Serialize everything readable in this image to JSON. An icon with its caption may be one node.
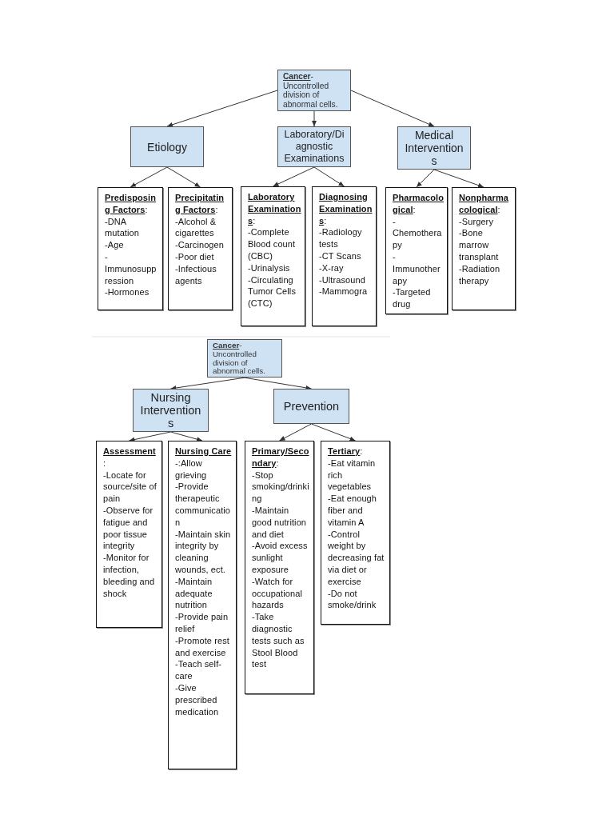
{
  "diagram": {
    "nodes": [
      {
        "text": [
          "**Cancer**- Uncontrolled division of abnormal cells."
        ]
      },
      {
        "text": [
          "Etiology"
        ]
      },
      {
        "text": [
          "Laboratory/Diagnostic Examinations"
        ]
      },
      {
        "text": [
          "Medical Interventions"
        ]
      },
      {
        "text": [
          "**Predisposing Factors**:",
          "-DNA mutation",
          "-Age",
          "-Immunosuppression",
          "-Hormones"
        ]
      },
      {
        "text": [
          "**Precipitating Factors**:",
          "-Alcohol & cigarettes",
          "-Carcinogen",
          "-Poor diet",
          "-Infectious agents"
        ]
      },
      {
        "text": [
          "**Laboratory Examinations**:",
          "-Complete Blood count (CBC)",
          "-Urinalysis",
          "-Circulating Tumor Cells (CTC)"
        ]
      },
      {
        "text": [
          "**Diagnosing Examinations**:",
          "-Radiology tests",
          "-CT Scans",
          "-X-ray",
          "-Ultrasound",
          "-Mammogra"
        ]
      },
      {
        "text": [
          "**Pharmacological**:",
          "-Chemotherapy",
          "-Immunotherapy",
          "-Targeted drug"
        ]
      },
      {
        "text": [
          "**Nonpharmacological**:",
          "-Surgery",
          "-Bone marrow transplant",
          "-Radiation therapy"
        ]
      },
      {
        "text": [
          "**Cancer**- Uncontrolled division of abnormal cells."
        ]
      },
      {
        "text": [
          "Nursing Interventions"
        ]
      },
      {
        "text": [
          "Prevention"
        ]
      },
      {
        "text": [
          "**Assessment** :",
          "-Locate for source/site of pain",
          "-Observe for fatigue and poor tissue integrity",
          "-Monitor for infection, bleeding and shock"
        ]
      },
      {
        "text": [
          "**Nursing Care** -:Allow grieving",
          "-Provide therapeutic communication",
          "-Maintain skin integrity by cleaning wounds, ect.",
          "-Maintain adequate nutrition",
          "-Provide pain relief",
          "-Promote rest and exercise",
          "-Teach self-care",
          "-Give prescribed medication"
        ]
      },
      {
        "text": [
          "**Primary/Secondary**:",
          "-Stop smoking/drinking",
          "-Maintain good nutrition and diet",
          "-Avoid excess sunlight exposure",
          "-Watch for occupational hazards",
          "-Take diagnostic tests such as Stool Blood test"
        ]
      },
      {
        "text": [
          "**Tertiary**:",
          "-Eat vitamin rich vegetables",
          "-Eat enough fiber and vitamin A",
          "-Control weight by decreasing fat via diet or exercise",
          "-Do not smoke/drink"
        ]
      }
    ],
    "edges": [
      {
        "from": 0,
        "to": 1,
        "arrow": "to"
      },
      {
        "from": 0,
        "to": 2,
        "arrow": "to"
      },
      {
        "from": 0,
        "to": 3,
        "arrow": "to"
      },
      {
        "from": 1,
        "to": 4,
        "arrow": "to"
      },
      {
        "from": 1,
        "to": 5,
        "arrow": "to"
      },
      {
        "from": 2,
        "to": 6,
        "arrow": "to"
      },
      {
        "from": 2,
        "to": 7,
        "arrow": "to"
      },
      {
        "from": 3,
        "to": 8,
        "arrow": "to"
      },
      {
        "from": 3,
        "to": 9,
        "arrow": "to"
      },
      {
        "from": 10,
        "to": 11,
        "arrow": "to"
      },
      {
        "from": 10,
        "to": 12,
        "arrow": "to"
      },
      {
        "from": 11,
        "to": 13,
        "arrow": "to"
      },
      {
        "from": 11,
        "to": 14,
        "arrow": "to"
      },
      {
        "from": 12,
        "to": 15,
        "arrow": "to"
      },
      {
        "from": 12,
        "to": 16,
        "arrow": "to"
      }
    ]
  }
}
